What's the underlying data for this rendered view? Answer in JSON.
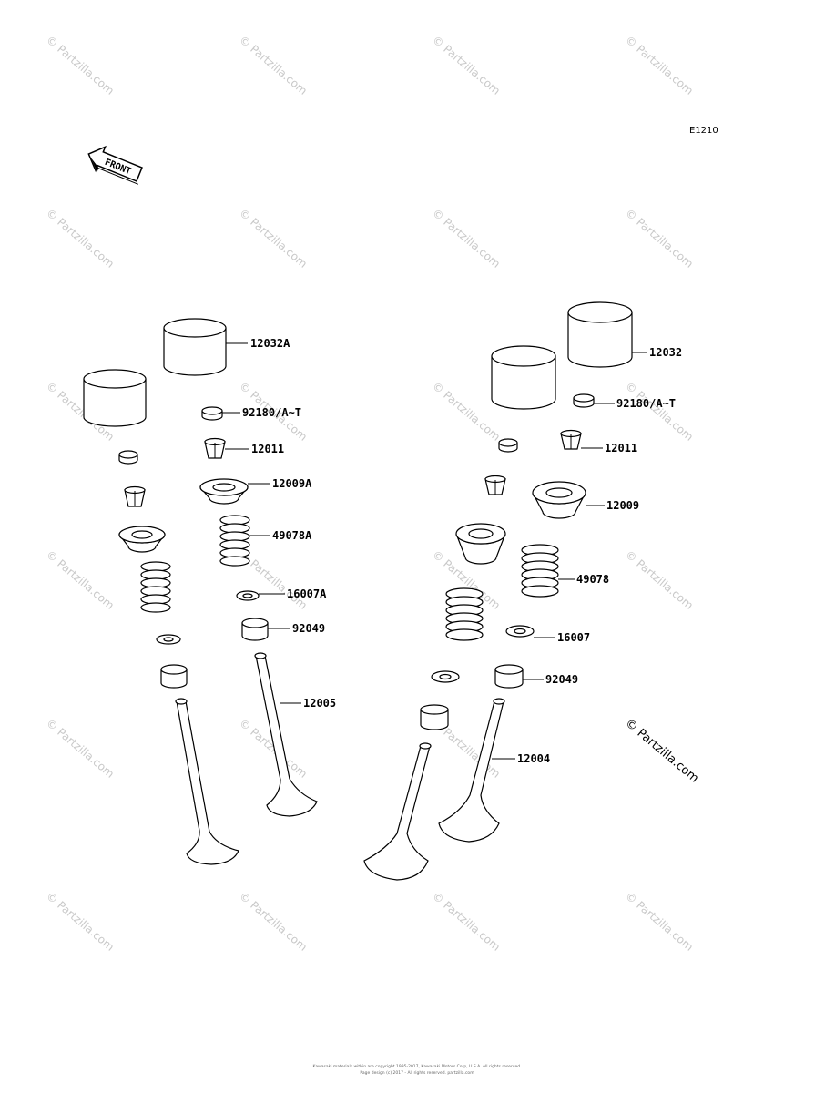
{
  "diagram_code": "E1210",
  "front_label": "FRONT",
  "watermark": "© Partzilla.com",
  "footer_line1": "Kawasaki materials within are copyright 1995-2017, Kawasaki Motors Corp, U.S.A. All rights reserved.",
  "footer_line2": "Page design (c) 2017 - All rights reserved. partzilla.com",
  "labels": {
    "l12032A": "12032A",
    "l92180_left": "92180/A~T",
    "l12011_left": "12011",
    "l12009A": "12009A",
    "l49078A": "49078A",
    "l16007A": "16007A",
    "l92049_left": "92049",
    "l12005": "12005",
    "l12032": "12032",
    "l92180_right": "92180/A~T",
    "l12011_right": "12011",
    "l12009": "12009",
    "l49078": "49078",
    "l16007": "16007",
    "l92049_right": "92049",
    "l12004": "12004"
  }
}
